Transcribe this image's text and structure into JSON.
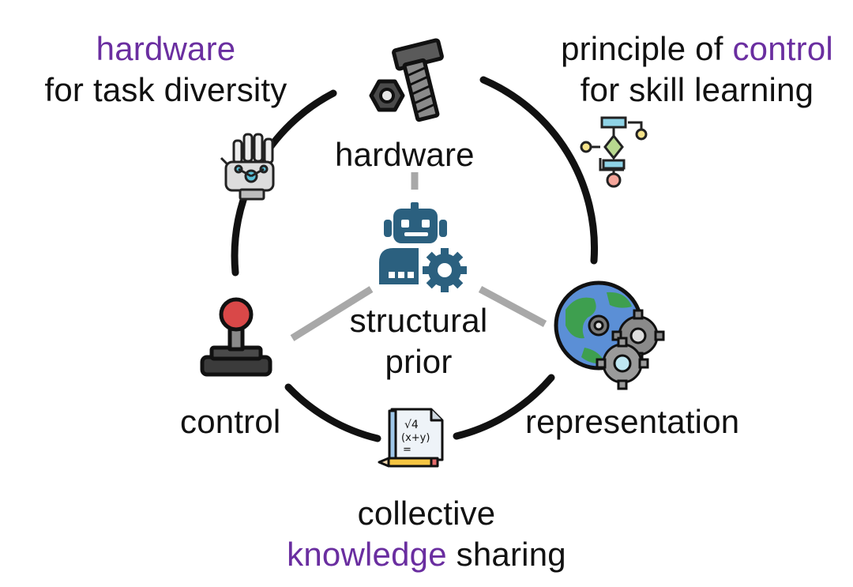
{
  "annotations": {
    "top_left": {
      "accent": "hardware",
      "rest": "for task diversity"
    },
    "top_right": {
      "prefix": "principle of ",
      "accent": "control",
      "rest": "for skill learning"
    },
    "bottom": {
      "line1": "collective",
      "accent": "knowledge",
      "rest": " sharing"
    }
  },
  "nodes": {
    "hardware": "hardware",
    "center_line1": "structural",
    "center_line2": "prior",
    "control": "control",
    "representation": "representation"
  },
  "icons": {
    "hardware": "bolt-nut-icon",
    "center": "robot-gear-icon",
    "control": "joystick-icon",
    "representation": "globe-gears-icon",
    "task_diversity": "robotic-hand-icon",
    "skill_learning": "flowchart-icon",
    "knowledge_sharing": "formula-paper-icon"
  },
  "colors": {
    "accent": "#6a2ea0",
    "ring": "#111111",
    "spoke": "#a8a8a8",
    "robot": "#2b607f"
  }
}
